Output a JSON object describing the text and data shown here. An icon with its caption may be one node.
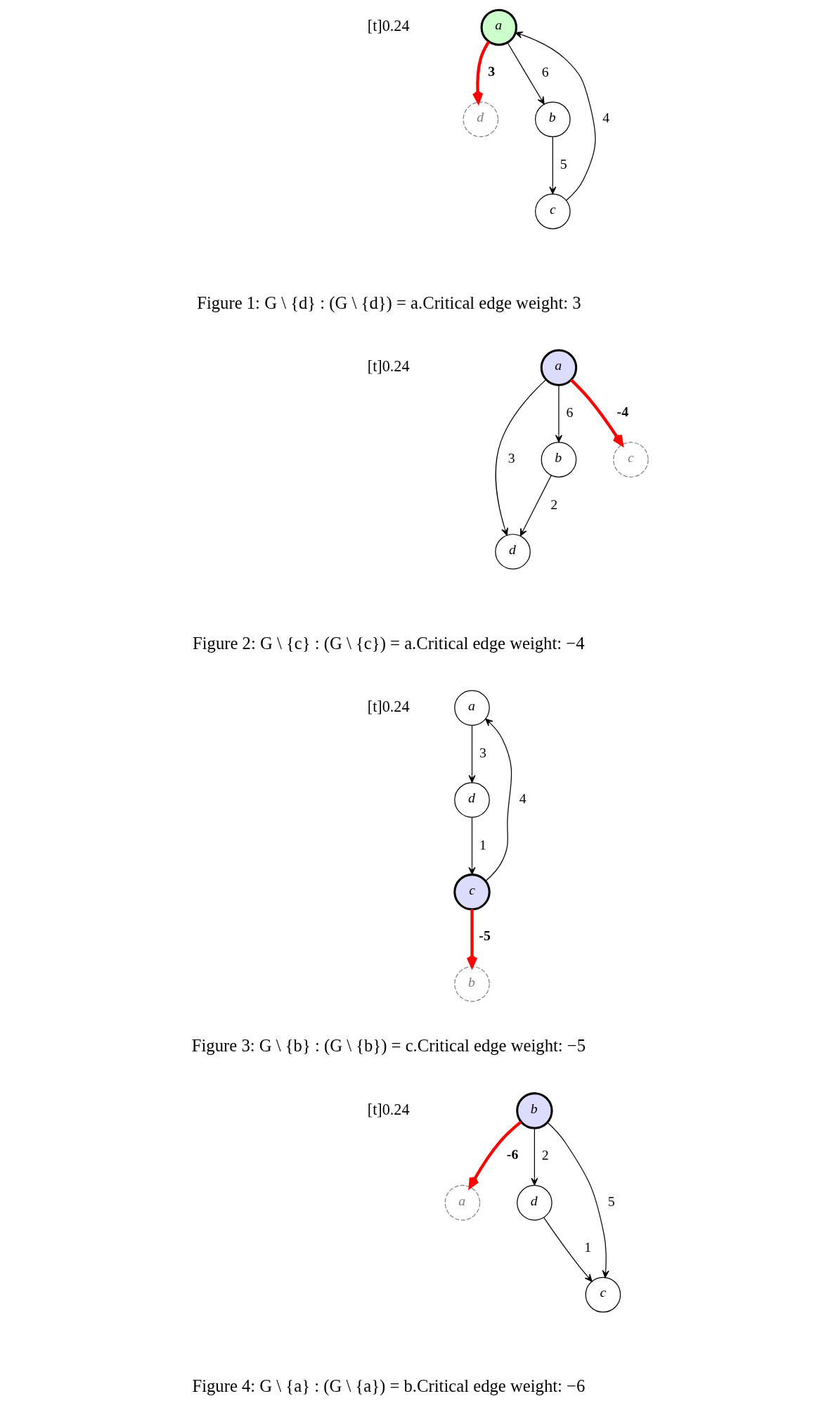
{
  "diagram": {
    "nodes": [
      {
        "text": [
          "a"
        ]
      },
      {
        "text": [
          "d"
        ]
      },
      {
        "text": [
          "b"
        ]
      },
      {
        "text": [
          "c"
        ]
      },
      {
        "text": [
          "a"
        ]
      },
      {
        "text": [
          "d"
        ]
      },
      {
        "text": [
          "b"
        ]
      },
      {
        "text": [
          "c"
        ]
      },
      {
        "text": [
          "a"
        ]
      },
      {
        "text": [
          "d"
        ]
      },
      {
        "text": [
          "b"
        ]
      },
      {
        "text": [
          "c"
        ]
      },
      {
        "text": [
          "a"
        ]
      },
      {
        "text": [
          "d"
        ]
      },
      {
        "text": [
          "b"
        ]
      },
      {
        "text": [
          "c"
        ]
      }
    ],
    "edges": [
      {
        "from": 0,
        "to": 2,
        "arrow": "to",
        "label": "6"
      },
      {
        "from": 0,
        "to": 1,
        "arrow": "to",
        "label": "3",
        "style": "thick",
        "color": "#ff0000"
      },
      {
        "from": 3,
        "to": 0,
        "arrow": "to",
        "label": "4"
      },
      {
        "from": 2,
        "to": 3,
        "arrow": "to",
        "label": "5"
      },
      {
        "from": 4,
        "to": 6,
        "arrow": "to",
        "label": "6"
      },
      {
        "from": 4,
        "to": 5,
        "arrow": "to",
        "label": "3"
      },
      {
        "from": 4,
        "to": 7,
        "arrow": "to",
        "label": "-4",
        "style": "thick",
        "color": "#ff0000"
      },
      {
        "from": 6,
        "to": 5,
        "arrow": "to",
        "label": "2"
      },
      {
        "from": 8,
        "to": 9,
        "arrow": "to",
        "label": "3"
      },
      {
        "from": 11,
        "to": 8,
        "arrow": "to",
        "label": "4"
      },
      {
        "from": 9,
        "to": 11,
        "arrow": "to",
        "label": "1"
      },
      {
        "from": 11,
        "to": 10,
        "arrow": "to",
        "label": "-5",
        "style": "thick",
        "color": "#ff0000"
      },
      {
        "from": 14,
        "to": 12,
        "arrow": "to",
        "label": "-6",
        "style": "thick",
        "color": "#ff0000"
      },
      {
        "from": 14,
        "to": 13,
        "arrow": "to",
        "label": "2"
      },
      {
        "from": 13,
        "to": 15,
        "arrow": "to",
        "label": "1"
      },
      {
        "from": 14,
        "to": 15,
        "arrow": "to",
        "label": "5"
      }
    ],
    "labels": [
      "[t]0.24",
      "Figure 1: G \\ {d} : (G \\ {d}) = a.Critical edge weight: 3",
      "[t]0.24",
      "Figure 2: G \\ {c} : (G \\ {c}) = a.Critical edge weight: −4",
      "[t]0.24",
      "Figure 3: G \\ {b} : (G \\ {b}) = c.Critical edge weight: −5",
      "[t]0.24",
      "Figure 4: G \\ {a} : (G \\ {a}) = b.Critical edge weight: −6"
    ]
  }
}
